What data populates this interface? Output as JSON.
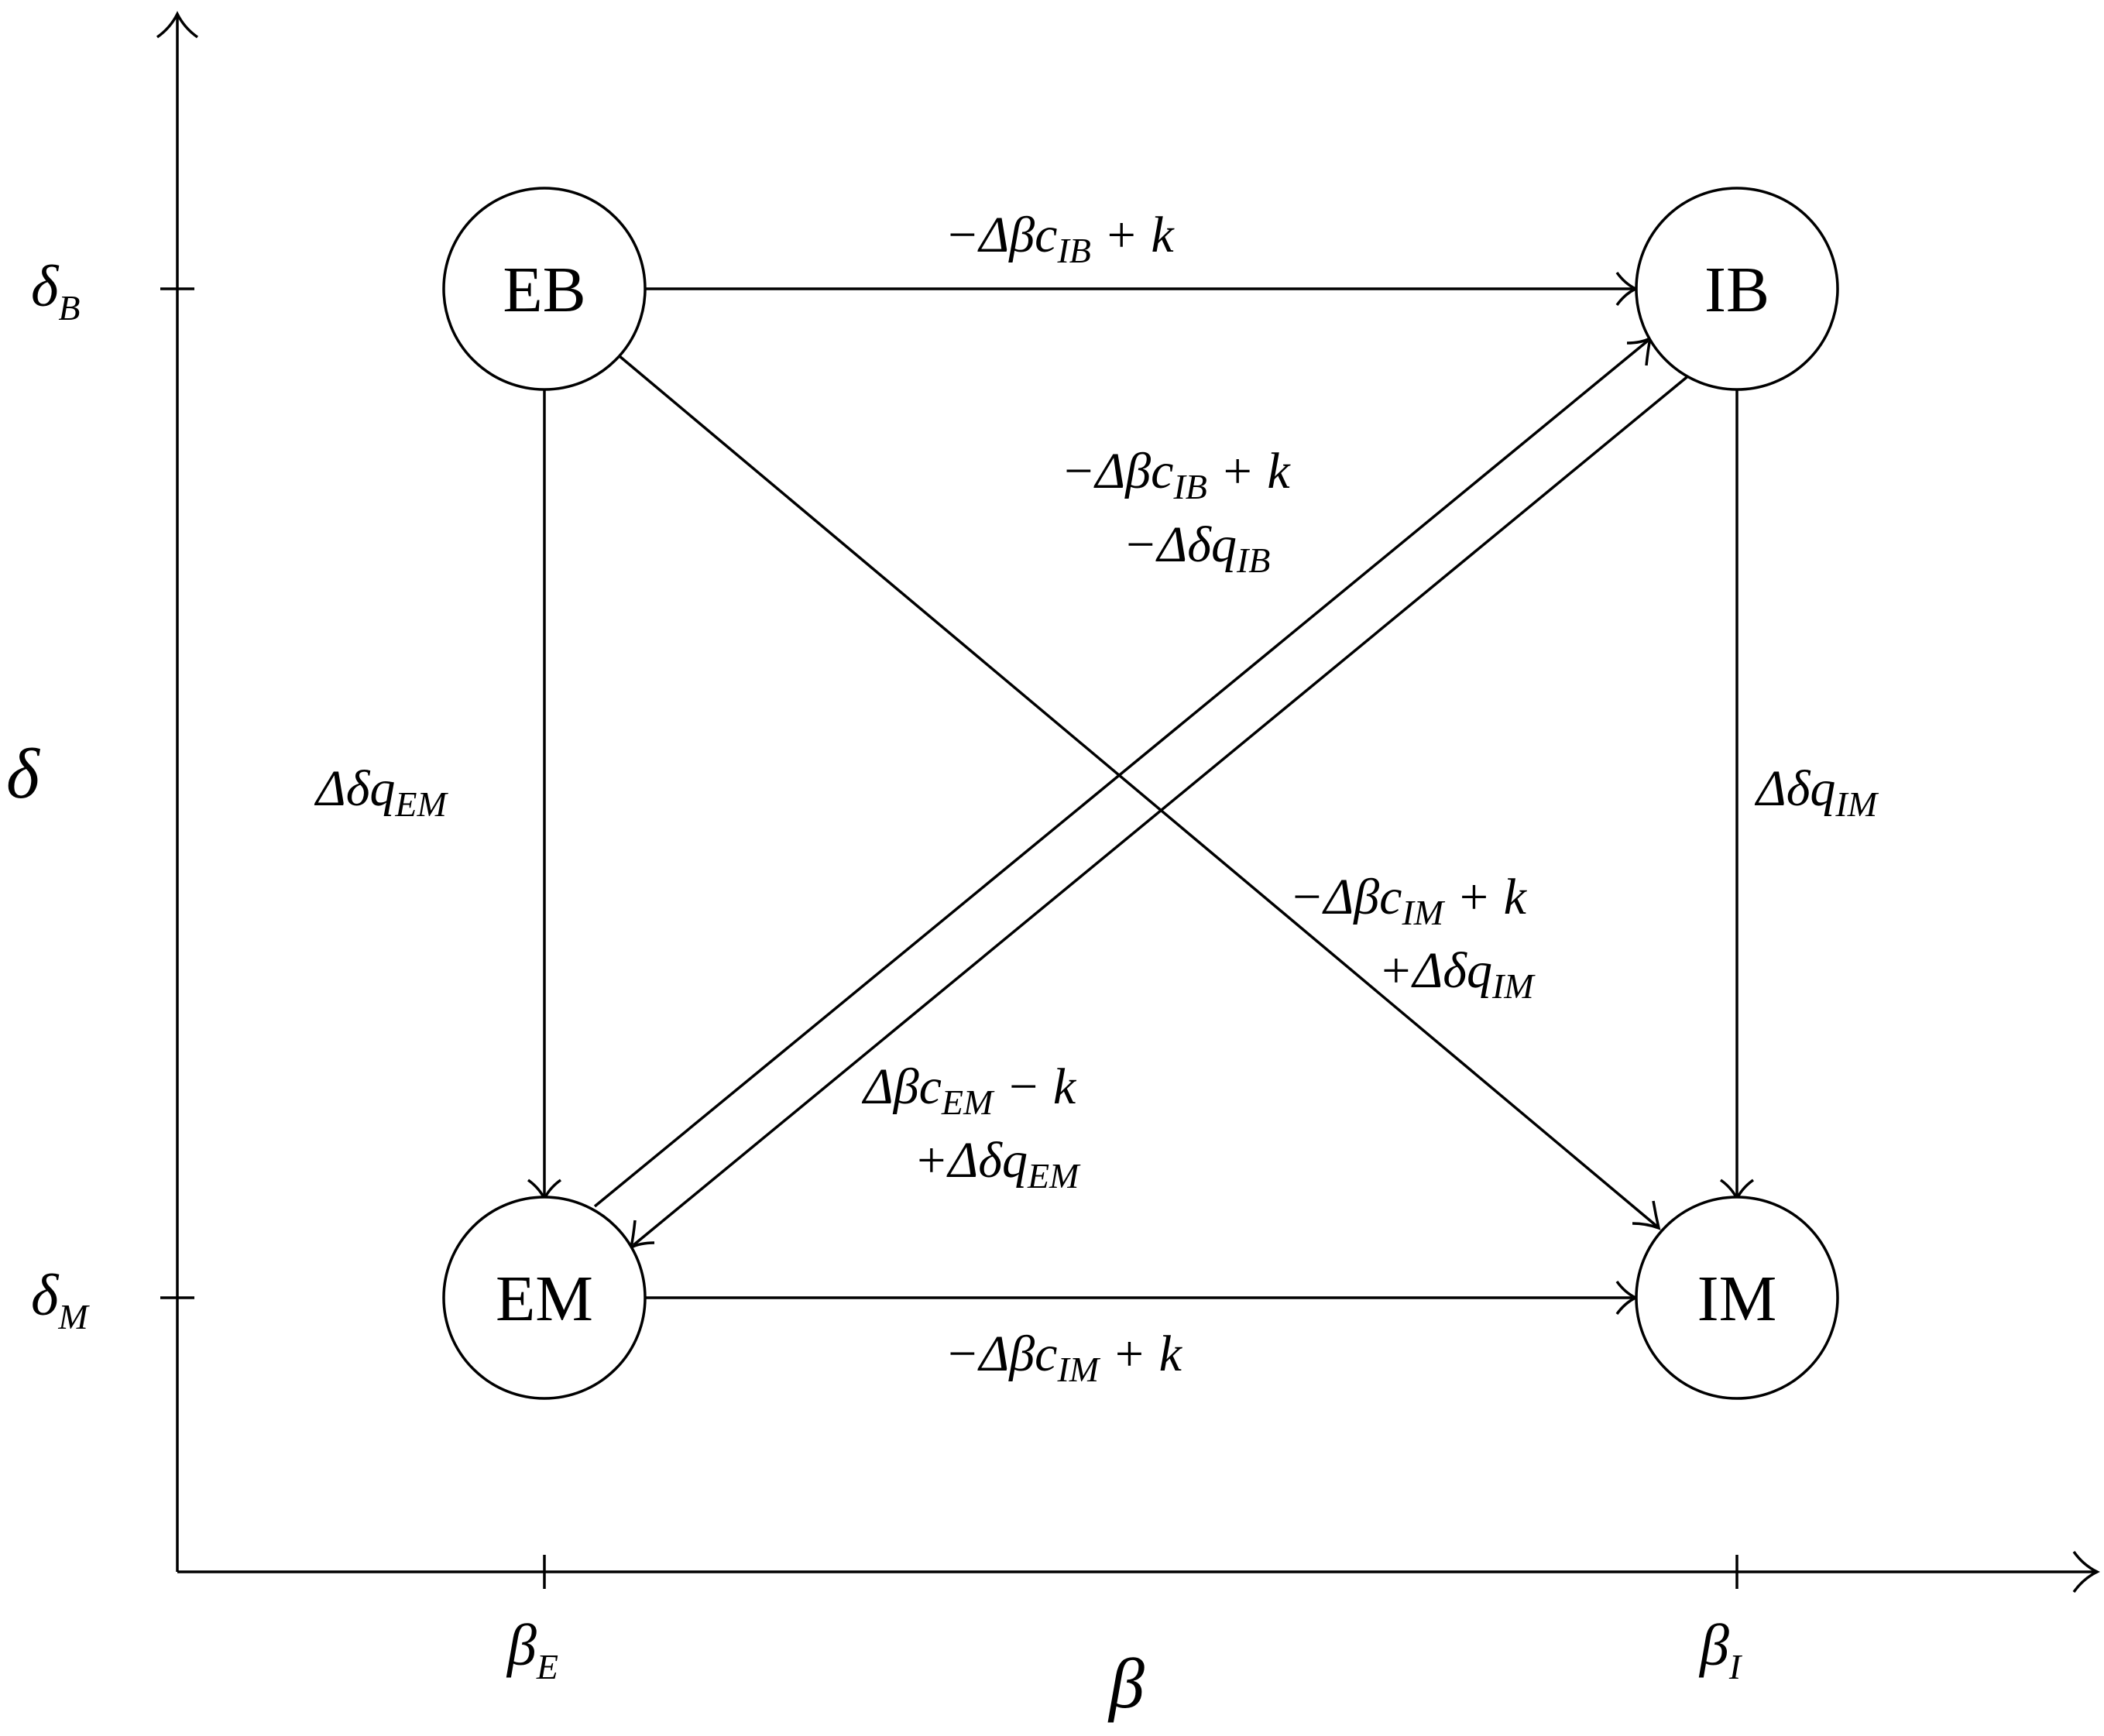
{
  "axes": {
    "x_label": "β",
    "y_label": "δ",
    "x_ticks": [
      {
        "main": "β",
        "sub": "E"
      },
      {
        "main": "β",
        "sub": "I"
      }
    ],
    "y_ticks": [
      {
        "main": "δ",
        "sub": "B"
      },
      {
        "main": "δ",
        "sub": "M"
      }
    ]
  },
  "nodes": {
    "eb": "EB",
    "ib": "IB",
    "em": "EM",
    "im": "IM"
  },
  "edges": {
    "eb_ib": {
      "line1_pre": "−Δβc",
      "line1_sub": "IB",
      "line1_post": " + k"
    },
    "em_im": {
      "line1_pre": "−Δβc",
      "line1_sub": "IM",
      "line1_post": " + k"
    },
    "eb_em": {
      "line1_pre": "Δδq",
      "line1_sub": "EM"
    },
    "ib_im": {
      "line1_pre": "Δδq",
      "line1_sub": "IM"
    },
    "em_ib": {
      "line1_pre": "−Δβc",
      "line1_sub": "IB",
      "line1_post": " + k",
      "line2_pre": "−Δδq",
      "line2_sub": "IB"
    },
    "eb_im": {
      "line1_pre": "−Δβc",
      "line1_sub": "IM",
      "line1_post": " + k",
      "line2_pre": "+Δδq",
      "line2_sub": "IM"
    },
    "ib_em": {
      "line1_pre": "Δβc",
      "line1_sub": "EM",
      "line1_post": " − k",
      "line2_pre": "+Δδq",
      "line2_sub": "EM"
    }
  }
}
